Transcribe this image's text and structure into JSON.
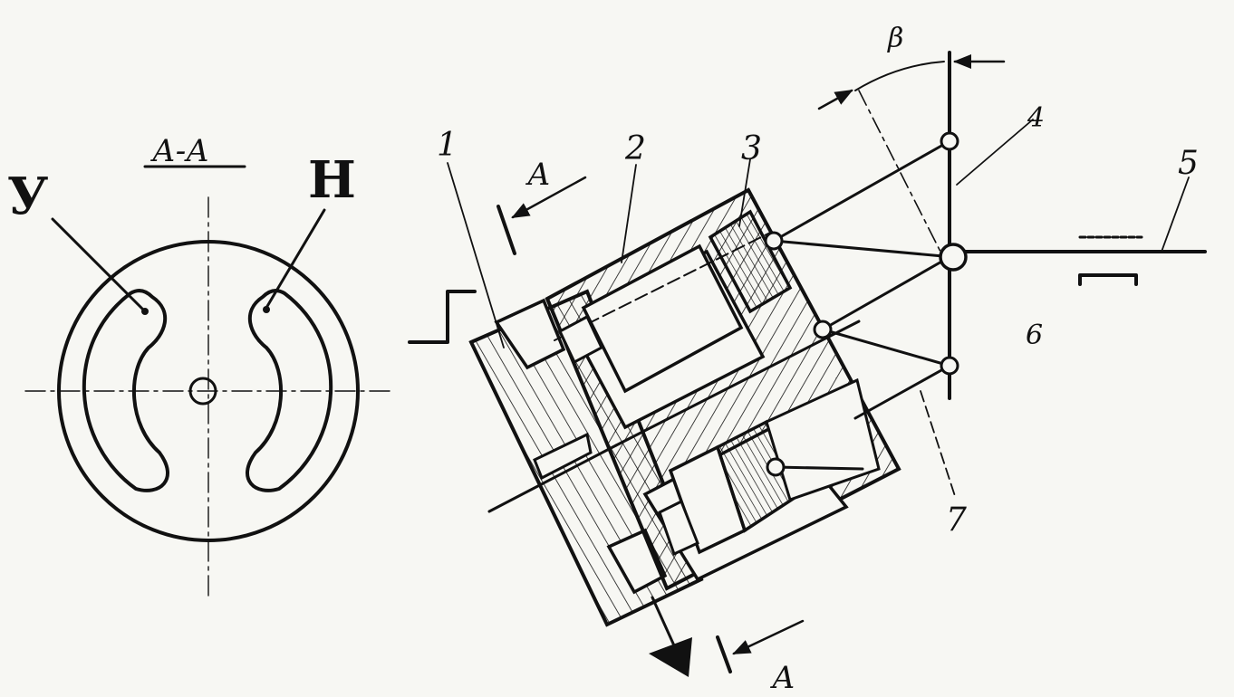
{
  "section_view": {
    "title": "А-А",
    "port_left_label": "У",
    "port_right_label": "Н"
  },
  "main_view": {
    "callouts": [
      "1",
      "2",
      "3",
      "4",
      "5",
      "6",
      "7"
    ],
    "section_arrow_top": "А",
    "section_arrow_bottom": "А",
    "angle_label": "β"
  },
  "colors": {
    "ink": "#111111",
    "paper": "#f7f7f3"
  }
}
